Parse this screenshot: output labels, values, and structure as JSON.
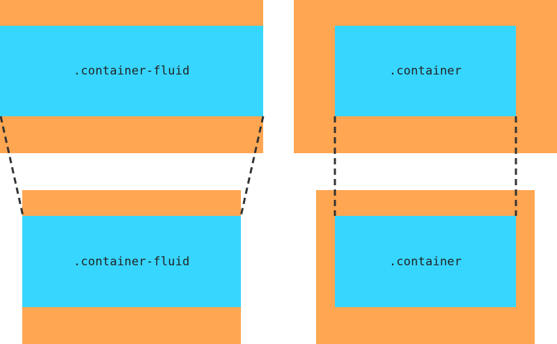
{
  "colors": {
    "viewport": "#FFA652",
    "container": "#37D6FF",
    "guide_line": "#333333",
    "label_text": "#222222"
  },
  "diagram": {
    "fluid_top": {
      "label": ".container-fluid"
    },
    "fixed_top": {
      "label": ".container"
    },
    "fluid_bottom": {
      "label": ".container-fluid"
    },
    "fixed_bottom": {
      "label": ".container"
    }
  }
}
